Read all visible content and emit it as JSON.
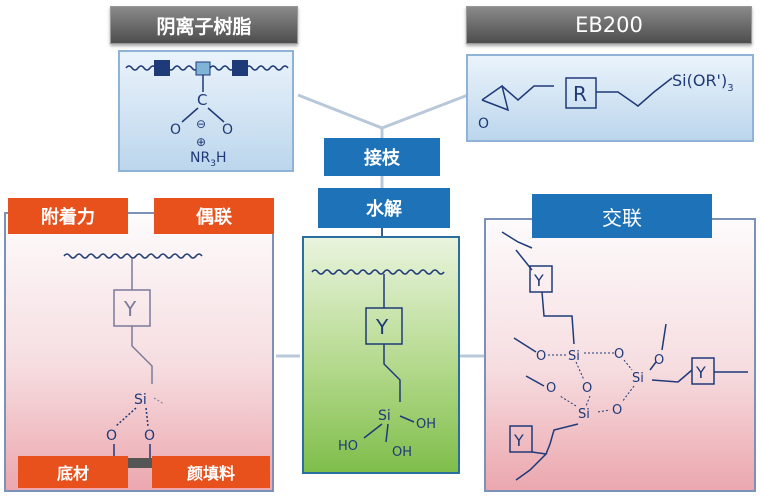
{
  "top_left": {
    "title": "阴离子树脂",
    "carboxyl": "C",
    "minus": "⊖",
    "plus": "⊕",
    "amine": "NR",
    "amine_sub": "3",
    "amine_h": "H"
  },
  "top_right": {
    "title": "EB200",
    "r_group": "R",
    "silane": "Si(OR')",
    "silane_sub": "3",
    "epoxy_o": "O"
  },
  "center": {
    "step1": "接枝",
    "step2": "水解",
    "y_label": "Y",
    "si": "Si",
    "oh1": "OH",
    "oh2": "OH",
    "ho": "HO"
  },
  "left": {
    "tag1": "附着力",
    "tag2": "偶联",
    "y_label": "Y",
    "si": "Si",
    "o1": "O",
    "o2": "O",
    "bottom1": "底材",
    "bottom2": "颜填料"
  },
  "right": {
    "title": "交联",
    "y_label": "Y",
    "si": "Si",
    "o": "O"
  }
}
